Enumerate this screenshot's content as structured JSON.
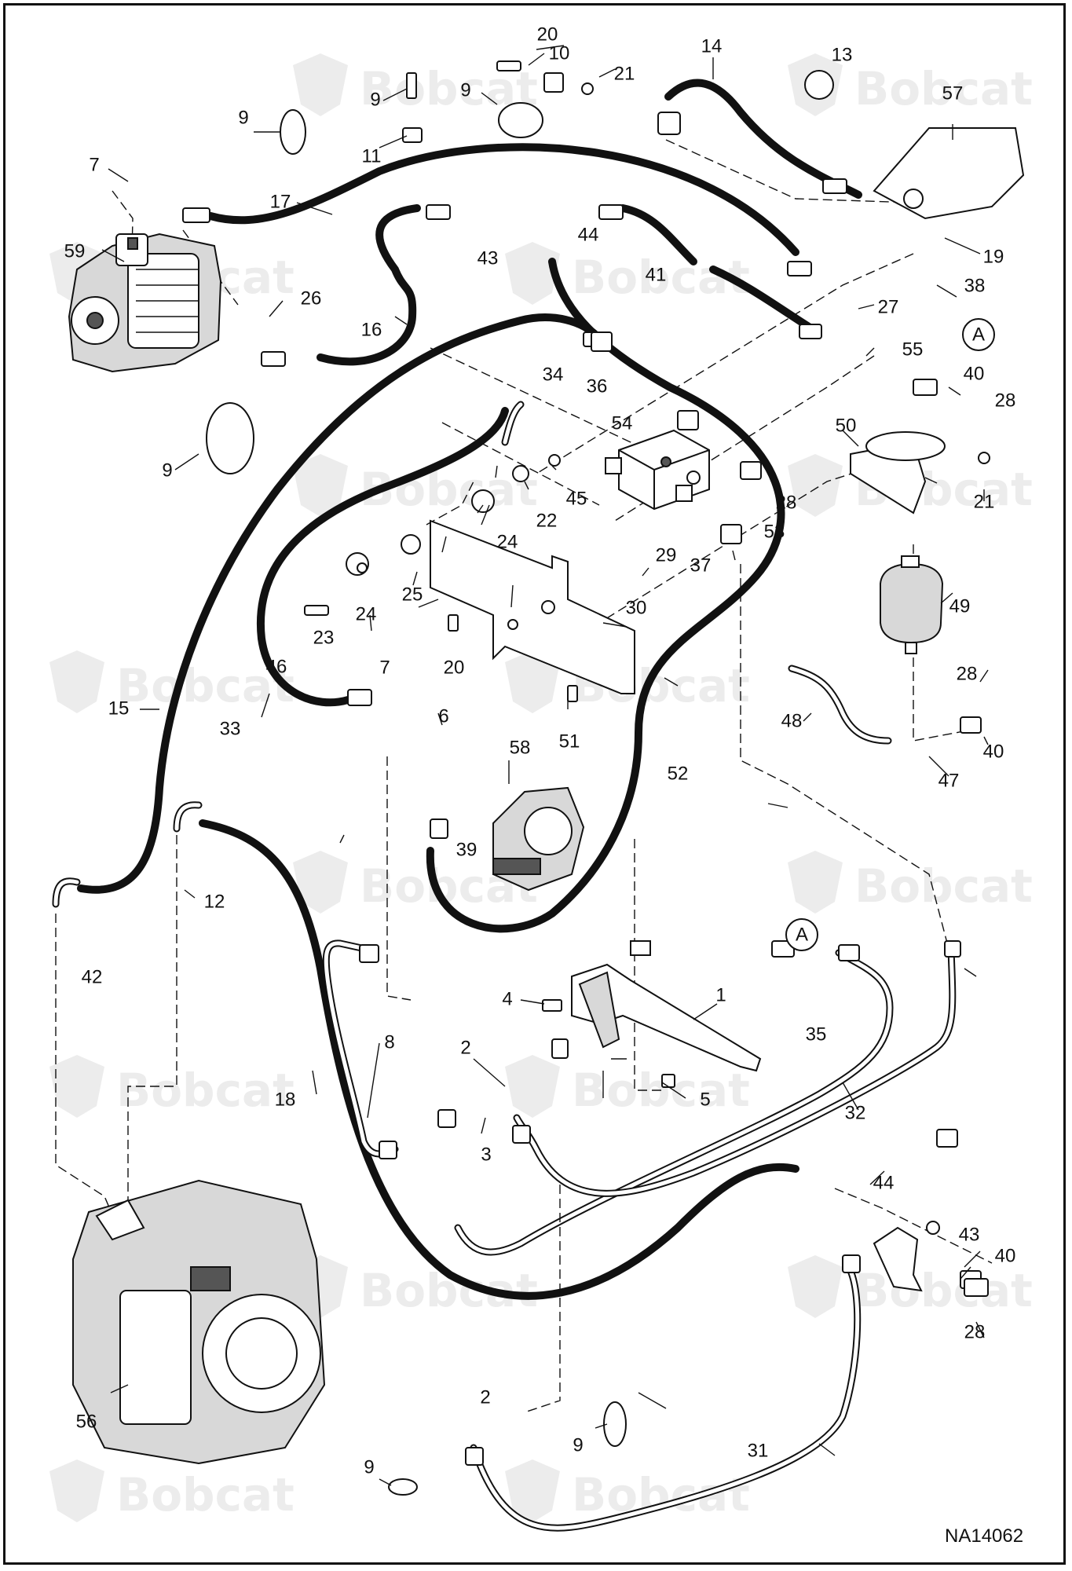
{
  "drawing": {
    "code": "NA14062",
    "watermark_text": "Bobcat",
    "colors": {
      "line": "#111111",
      "watermark": "#ececec",
      "background": "#ffffff"
    }
  },
  "callouts": [
    "1",
    "2",
    "3",
    "4",
    "5",
    "6",
    "7",
    "8",
    "9",
    "10",
    "11",
    "12",
    "13",
    "14",
    "15",
    "16",
    "17",
    "18",
    "19",
    "20",
    "21",
    "22",
    "23",
    "24",
    "25",
    "26",
    "27",
    "28",
    "29",
    "30",
    "31",
    "32",
    "33",
    "34",
    "35",
    "36",
    "37",
    "38",
    "39",
    "40",
    "41",
    "42",
    "43",
    "44",
    "45",
    "46",
    "47",
    "48",
    "49",
    "50",
    "51",
    "52",
    "53",
    "54",
    "55",
    "56",
    "57",
    "58",
    "59"
  ],
  "connector_label": "A",
  "icons": [
    "bobcat-logo-icon"
  ]
}
